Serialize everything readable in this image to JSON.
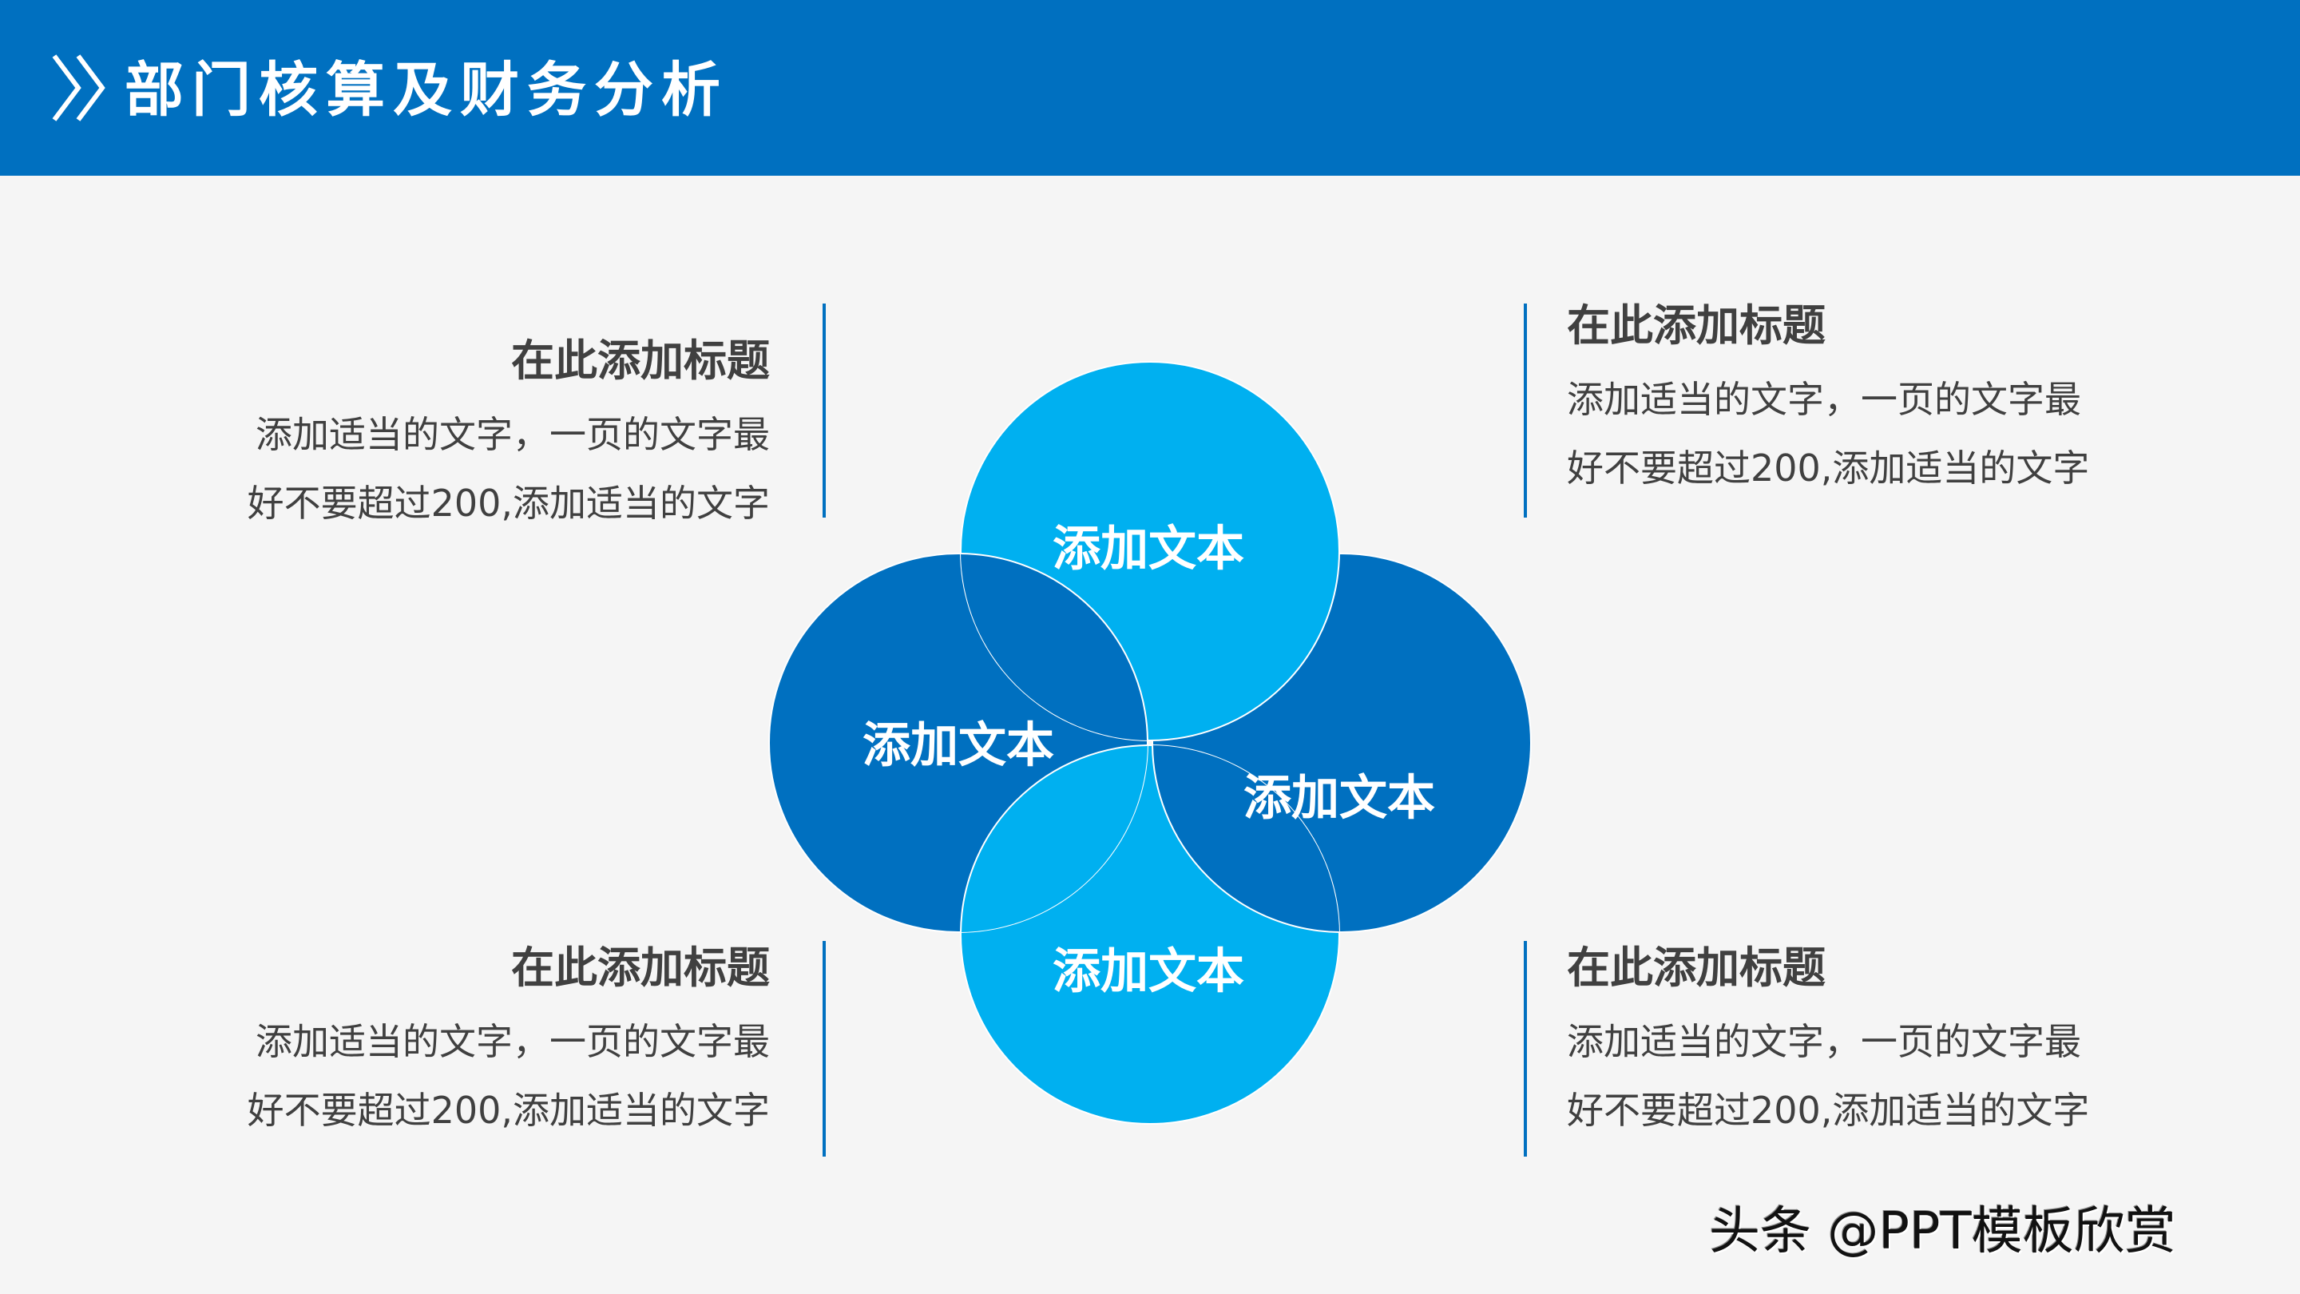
{
  "header": {
    "title": "部门核算及财务分析",
    "icon": "double-chevron-right-icon",
    "background": "#0070C0"
  },
  "colors": {
    "dark_blue": "#0070C0",
    "light_blue": "#00B0F0",
    "text": "#404040",
    "background": "#F5F5F5"
  },
  "circles": [
    {
      "position": "top",
      "label": "添加文本",
      "color": "#00B0F0"
    },
    {
      "position": "left",
      "label": "添加文本",
      "color": "#0070C0"
    },
    {
      "position": "right",
      "label": "添加文本",
      "color": "#0070C0"
    },
    {
      "position": "bottom",
      "label": "添加文本",
      "color": "#00B0F0"
    }
  ],
  "blocks": [
    {
      "position": "top-left",
      "title": "在此添加标题",
      "lines": [
        "添加适当的文字，一页的文字最",
        "好不要超过200,添加适当的文字"
      ]
    },
    {
      "position": "top-right",
      "title": "在此添加标题",
      "lines": [
        "添加适当的文字，一页的文字最",
        "好不要超过200,添加适当的文字"
      ]
    },
    {
      "position": "bottom-left",
      "title": "在此添加标题",
      "lines": [
        "添加适当的文字，一页的文字最",
        "好不要超过200,添加适当的文字"
      ]
    },
    {
      "position": "bottom-right",
      "title": "在此添加标题",
      "lines": [
        "添加适当的文字，一页的文字最",
        "好不要超过200,添加适当的文字"
      ]
    }
  ],
  "watermark": "头条 @PPT模板欣赏"
}
